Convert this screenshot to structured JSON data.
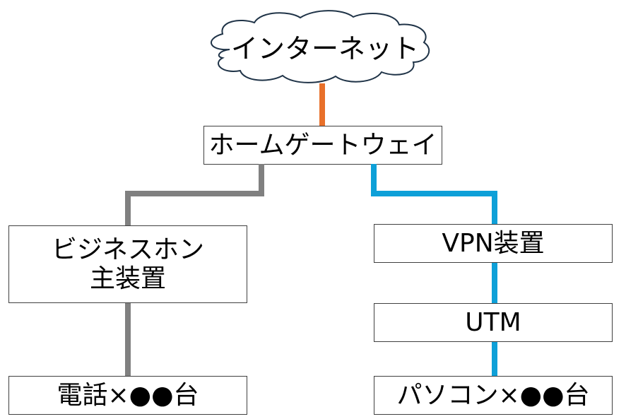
{
  "nodes": {
    "internet": "インターネット",
    "gateway": "ホームゲートウェイ",
    "pbx_line1": "ビジネスホン",
    "pbx_line2": "主装置",
    "phones": "電話×●●台",
    "vpn": "VPN装置",
    "utm": "UTM",
    "pcs": "パソコン×●●台"
  },
  "colors": {
    "internet_link": "#E8702A",
    "phone_link": "#808080",
    "data_link": "#0EA0D8"
  }
}
